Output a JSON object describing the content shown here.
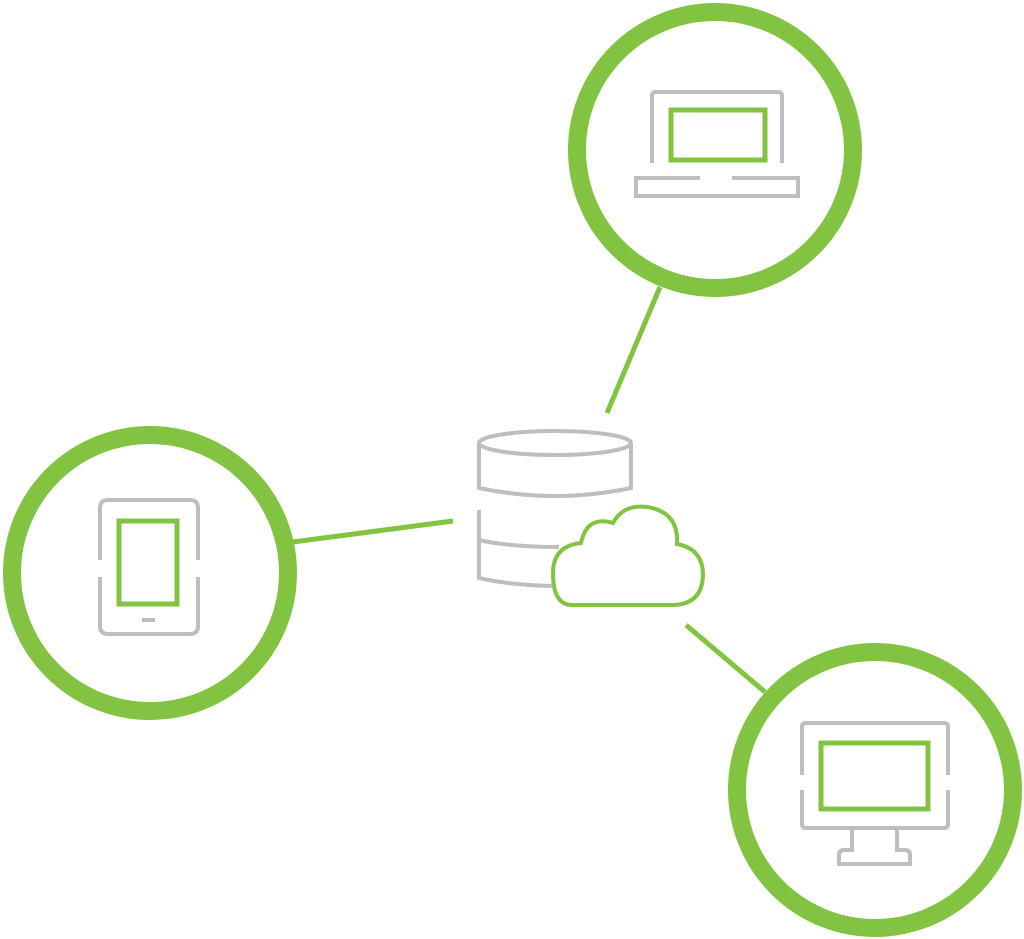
{
  "diagram": {
    "description_nodes": [
      "laptop",
      "tablet",
      "desktop-monitor",
      "database",
      "cloud"
    ],
    "colors": {
      "accent": "#82c341",
      "device": "#bcbec0",
      "background": "#ffffff"
    }
  }
}
